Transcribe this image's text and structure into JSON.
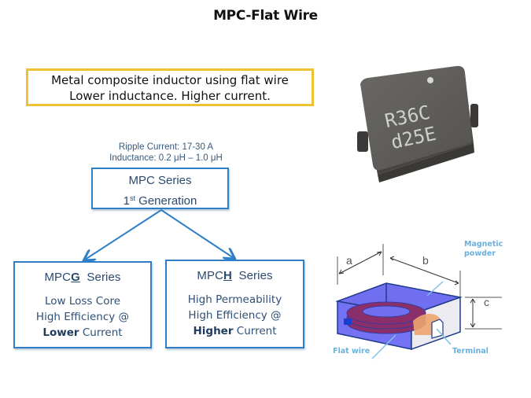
{
  "title": "MPC-Flat Wire",
  "callout": {
    "line1": "Metal composite inductor using flat wire",
    "line2": "Lower inductance. Higher current."
  },
  "specs": {
    "ripple_current": "Ripple Current:  17-30 A",
    "inductance": "Inductance:  0.2 μH – 1.0 μH"
  },
  "tree": {
    "root": {
      "name": "MPC Series",
      "gen_num": "1",
      "gen_sup": "st",
      "gen_text": " Generation"
    },
    "children": [
      {
        "prefix": "MPC",
        "letter": "G",
        "suffix": "  Series",
        "line1": "Low Loss Core",
        "line2": "High Efficiency @",
        "line3_bold": "Lower",
        "line3_rest": " Current"
      },
      {
        "prefix": "MPC",
        "letter": "H",
        "suffix": "  Series",
        "line1": "High Permeability",
        "line2": "High Efficiency @",
        "line3_bold": "Higher",
        "line3_rest": " Current"
      }
    ]
  },
  "photo": {
    "marking_line1": "R36C",
    "marking_line2": "d25E"
  },
  "structure_diagram": {
    "dim_a": "a",
    "dim_b": "b",
    "dim_c": "c",
    "label_magnetic_line1": "Magnetic",
    "label_magnetic_line2": "powder",
    "label_flat_wire": "Flat wire",
    "label_terminal": "Terminal"
  },
  "colors": {
    "callout_border": "#f0c132",
    "box_border": "#2e7fc8",
    "label_color": "#6ab0df",
    "core_blue": "#6f6ff0",
    "coil_color": "#8b2f6a"
  }
}
